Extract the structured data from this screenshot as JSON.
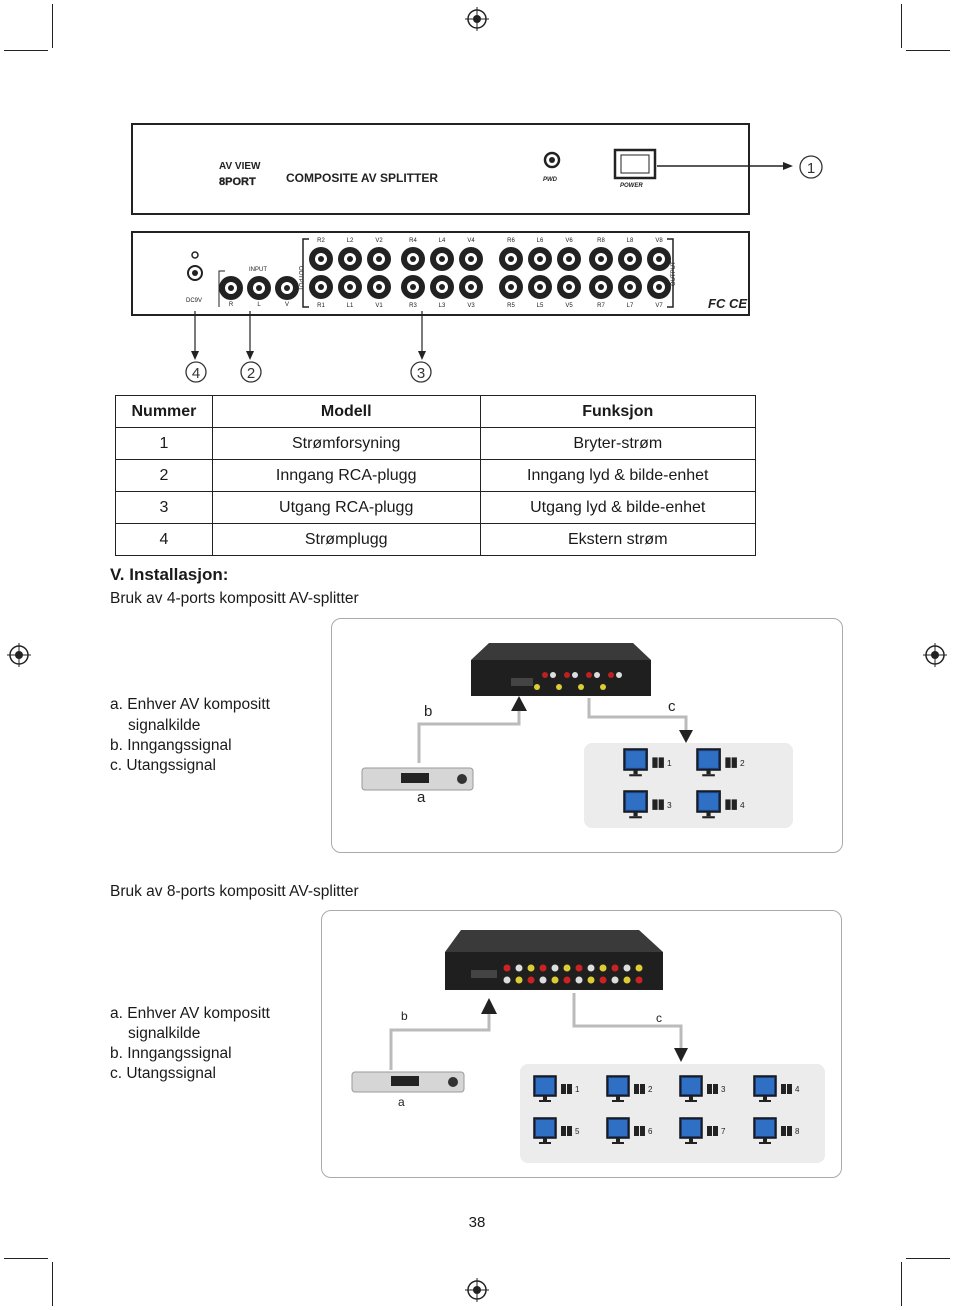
{
  "panels": {
    "front": {
      "brand_line1": "AV VIEW",
      "brand_line2": "8PORT",
      "product_name": "COMPOSITE AV SPLITTER",
      "pwd_label": "PWD",
      "power_label": "POWER",
      "callout_1": "1"
    },
    "back": {
      "dc_label": "DC9V",
      "input_label": "INPUT",
      "input_ports": [
        "R",
        "L",
        "V"
      ],
      "output_label": "OUTPUT",
      "top_port_labels": [
        "R2",
        "L2",
        "V2",
        "R4",
        "L4",
        "V4",
        "R6",
        "L6",
        "V6",
        "R8",
        "L8",
        "V8"
      ],
      "bottom_port_labels": [
        "R1",
        "L1",
        "V1",
        "R3",
        "L3",
        "V3",
        "R5",
        "L5",
        "V5",
        "R7",
        "L7",
        "V7"
      ],
      "cert_label": "FC CE",
      "callouts": [
        "4",
        "2",
        "3"
      ]
    }
  },
  "table": {
    "headers": [
      "Nummer",
      "Modell",
      "Funksjon"
    ],
    "rows": [
      [
        "1",
        "Strømforsyning",
        "Bryter-strøm"
      ],
      [
        "2",
        "Inngang RCA-plugg",
        "Inngang lyd & bilde-enhet"
      ],
      [
        "3",
        "Utgang RCA-plugg",
        "Utgang lyd & bilde-enhet"
      ],
      [
        "4",
        "Strømplugg",
        "Ekstern strøm"
      ]
    ]
  },
  "section": {
    "title": "V. Installasjon:",
    "usage_4port": "Bruk av 4-ports kompositt AV-splitter",
    "usage_8port": "Bruk av 8-ports kompositt AV-splitter"
  },
  "legend": {
    "a_line1": "a. Enhver AV kompositt",
    "a_line2": "signalkilde",
    "b": "b. Inngangssignal",
    "c": "c. Utangssignal"
  },
  "figure4": {
    "label_a": "a",
    "label_b": "b",
    "label_c": "c",
    "screens": [
      "1",
      "2",
      "3",
      "4"
    ]
  },
  "figure8": {
    "label_a": "a",
    "label_b": "b",
    "label_c": "c",
    "screens": [
      "1",
      "2",
      "3",
      "4",
      "5",
      "6",
      "7",
      "8"
    ]
  },
  "page_number": "38"
}
